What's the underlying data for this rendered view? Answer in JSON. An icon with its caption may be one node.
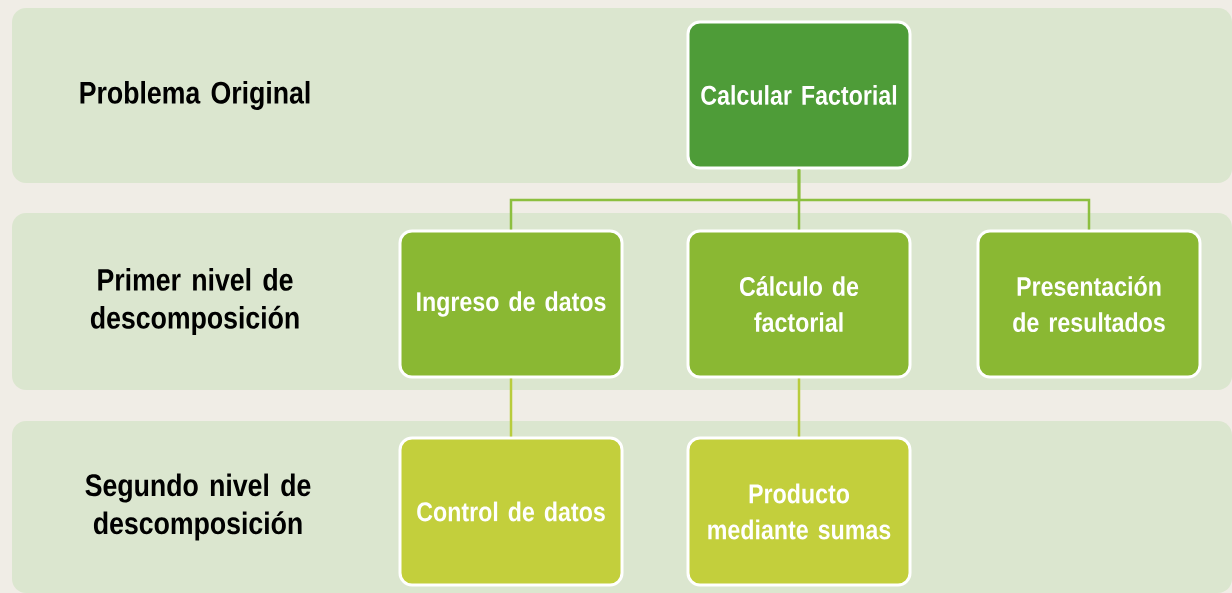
{
  "diagram": {
    "nodes": [
      {
        "text": [
          "Problema Original"
        ]
      },
      {
        "text": [
          "Calcular Factorial"
        ],
        "in": 0
      },
      {
        "text": [
          "Primer nivel de descomposición"
        ]
      },
      {
        "text": [
          "Ingreso de datos"
        ],
        "in": 2
      },
      {
        "text": [
          "Cálculo de factorial"
        ],
        "in": 2
      },
      {
        "text": [
          "Presentación de resultados"
        ],
        "in": 2
      },
      {
        "text": [
          "Segundo nivel de descomposición"
        ]
      },
      {
        "text": [
          "Control de datos"
        ],
        "in": 6
      },
      {
        "text": [
          "Producto mediante sumas"
        ],
        "in": 6
      }
    ],
    "edges": [
      {
        "from": 1,
        "to": 3,
        "arrow": "none"
      },
      {
        "from": 1,
        "to": 4,
        "arrow": "none"
      },
      {
        "from": 1,
        "to": 5,
        "arrow": "none"
      },
      {
        "from": 3,
        "to": 7,
        "arrow": "none",
        "color": "#b8cc3c"
      },
      {
        "from": 4,
        "to": 8,
        "arrow": "none",
        "color": "#b8cc3c"
      }
    ]
  }
}
